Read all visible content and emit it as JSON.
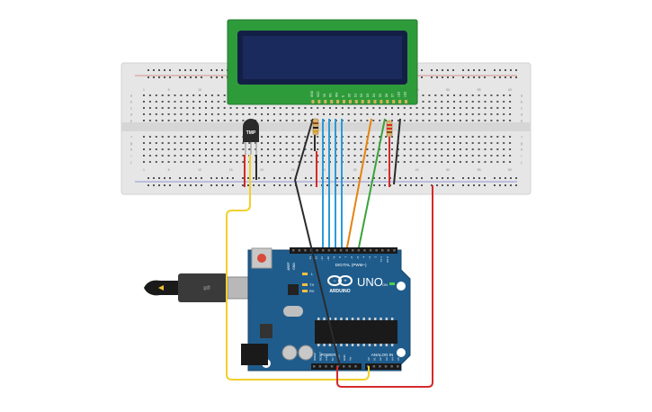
{
  "breadboard": {
    "column_numbers": [
      "1",
      "5",
      "10",
      "15",
      "20",
      "25",
      "30",
      "35",
      "40",
      "45",
      "50",
      "55",
      "60"
    ],
    "row_letters_top": [
      "a",
      "b",
      "c",
      "d",
      "e"
    ],
    "row_letters_bottom": [
      "f",
      "g",
      "h",
      "i",
      "j"
    ]
  },
  "sensor": {
    "label": "TMP"
  },
  "lcd": {
    "pin_labels": [
      "GND",
      "VCC",
      "V0",
      "RS",
      "RW",
      "E",
      "D0",
      "D1",
      "D2",
      "D3",
      "D4",
      "D5",
      "D6",
      "D7",
      "LED",
      "LED"
    ]
  },
  "arduino": {
    "brand": "ARDUINO",
    "model": "UNO",
    "digital_label": "DIGITAL (PWM~)",
    "power_label": "POWER",
    "analog_label": "ANALOG IN",
    "tx_label": "TX",
    "rx_label": "RX",
    "led_label": "L",
    "on_label": "ON",
    "aref_label": "AREF",
    "gnd_top_label": "GND",
    "digital_pins": [
      "13",
      "12",
      "~11",
      "~10",
      "~9",
      "8",
      "7",
      "~6",
      "~5",
      "4",
      "~3",
      "2",
      "TX 1",
      "RX 0"
    ],
    "power_pins": [
      "IOREF",
      "RESET",
      "3.3V",
      "5V",
      "GND",
      "GND",
      "Vin"
    ],
    "analog_pins": [
      "A0",
      "A1",
      "A2",
      "A3",
      "A4",
      "A5"
    ]
  },
  "colors": {
    "breadboard": "#e6e6e6",
    "lcd_board": "#2e9b3a",
    "lcd_screen": "#1b2a5c",
    "arduino_board": "#1f5c8c",
    "wire_blue": "#2a9bd8",
    "wire_orange": "#e6820e",
    "wire_green": "#3aa33a",
    "wire_red": "#d42a2a",
    "wire_black": "#2b2b2b",
    "wire_yellow": "#f2d02b"
  }
}
